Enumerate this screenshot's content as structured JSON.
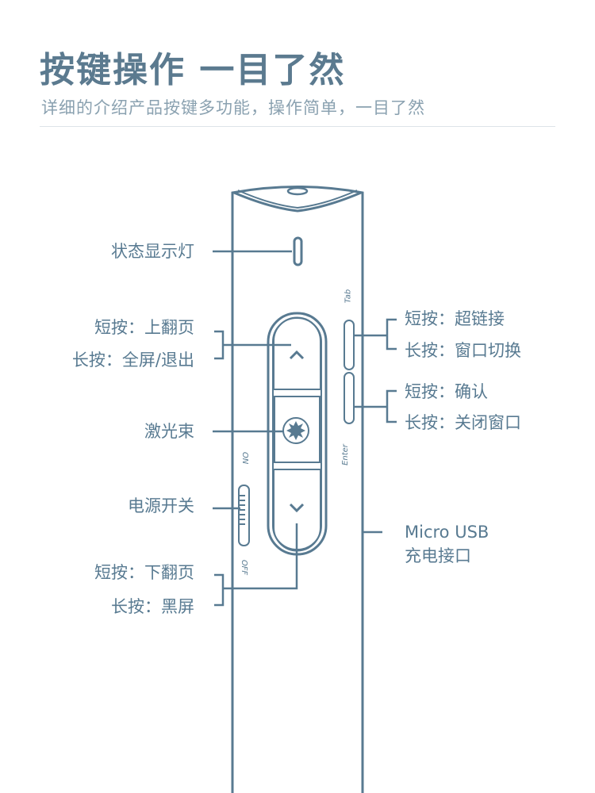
{
  "header": {
    "title": "按键操作 一目了然",
    "subtitle": "详细的介绍产品按键多功能，操作简单，一目了然"
  },
  "colors": {
    "line": "#587a91",
    "title": "#5b7a8f",
    "subtitle": "#8aa1b0"
  },
  "device_marks": {
    "tab": "Tab",
    "enter": "Enter",
    "on": "ON",
    "off": "OFF"
  },
  "labels": {
    "status_light": "状态显示灯",
    "up_short": "短按：上翻页",
    "up_long": "长按：全屏/退出",
    "laser": "激光束",
    "power": "电源开关",
    "down_short": "短按：下翻页",
    "down_long": "长按：黑屏",
    "tab_short": "短按：超链接",
    "tab_long": "长按：窗口切换",
    "enter_short": "短按：确认",
    "enter_long": "长按：关闭窗口",
    "usb_line1": "Micro USB",
    "usb_line2": "充电接口"
  }
}
